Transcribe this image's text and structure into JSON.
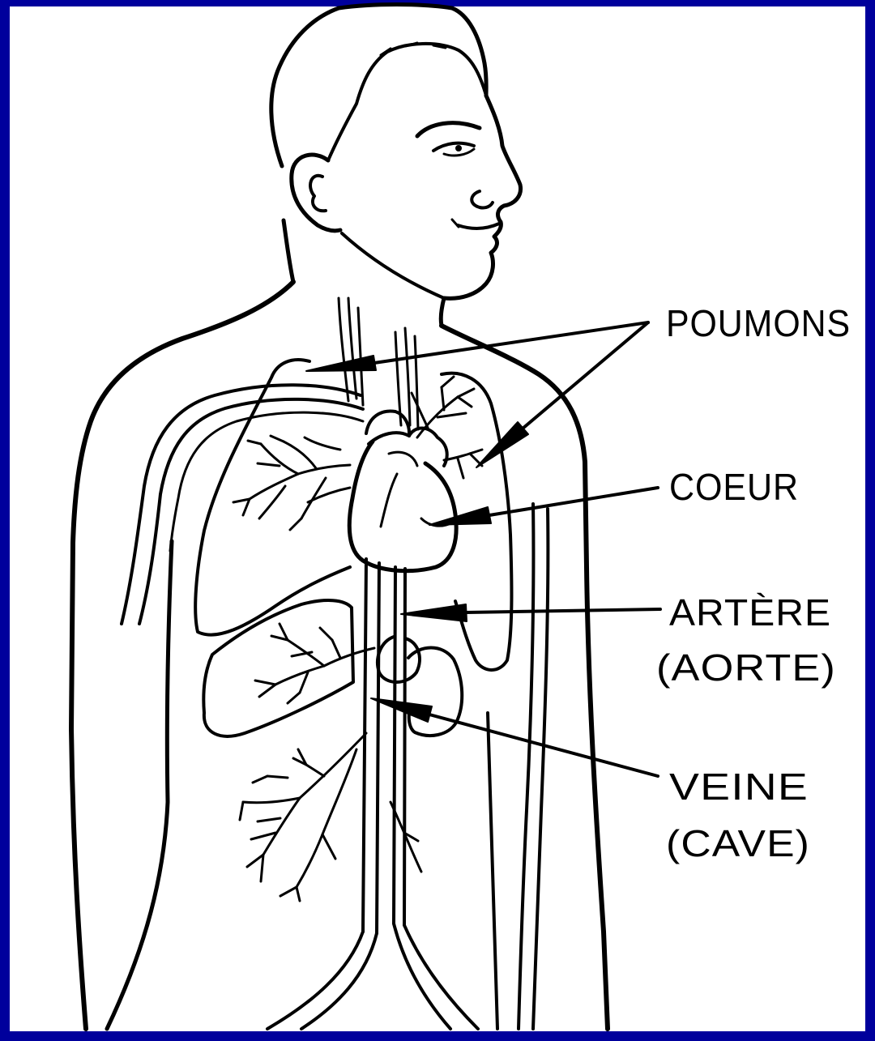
{
  "figure": {
    "frame_color": "#00009c",
    "ink_color": "#000000",
    "background_color": "#ffffff",
    "labels": {
      "lungs": "POUMONS",
      "heart": "COEUR",
      "artery": "ARTÈRE",
      "artery_note": "(AORTE)",
      "vein": "VEINE",
      "vein_note": "(CAVE)"
    }
  }
}
